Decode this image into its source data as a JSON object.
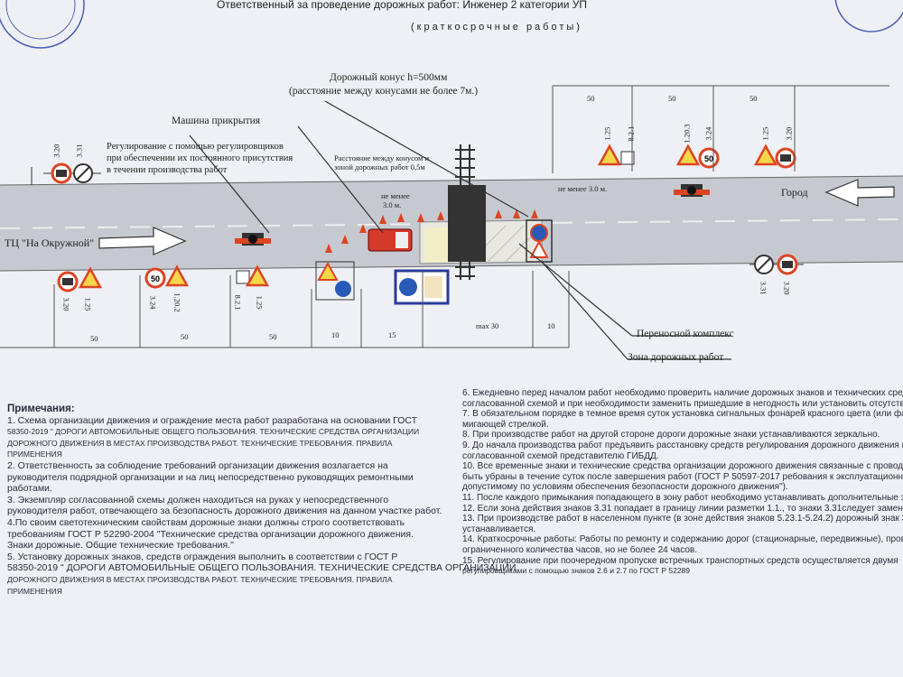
{
  "header": {
    "responsible": "Ответственный за проведение дорожных работ:   Инженер 2 категории УП",
    "subtitle": "(краткосрочные работы)"
  },
  "labels": {
    "cone": "Дорожный конус h=500мм",
    "cone_spacing": "(расстояние между конусами не более 7м.)",
    "cover_vehicle": "Машина прикрытия",
    "regulation_1": "Регулирование с помощью регулировщиков",
    "regulation_2": "при обеспечении их постоянного присутствия",
    "regulation_3": "в течении производства работ",
    "cone_distance_1": "Расстояние между конусом и",
    "cone_distance_2": "зоной дорожных работ 0,5м",
    "min_distance_1": "не менее",
    "min_distance_2": "3.0 м.",
    "min_distance_right": "не менее 3.0 м.",
    "origin": "ТЦ \"На Окружной\"",
    "destination": "Город",
    "portable_complex": "Переносной комплекс",
    "work_zone": "Зона дорожных работ"
  },
  "codes": {
    "c320": "3.20",
    "c331": "3.31",
    "c125": "1.25",
    "c324": "3.24",
    "c1202": "1.20.2",
    "c1203": "1.20.3",
    "c821": "8.2.1"
  },
  "dims": {
    "d50": "50",
    "d10": "10",
    "d15": "15",
    "dmax": "max 30"
  },
  "notes": {
    "title": "Примечания:",
    "left": [
      "1. Схема организации движения и ограждение места работ разработана на основании ГОСТ",
      "58350-2019 \" ДОРОГИ АВТОМОБИЛЬНЫЕ ОБЩЕГО ПОЛЬЗОВАНИЯ. ТЕХНИЧЕСКИЕ СРЕДСТВА ОРГАНИЗАЦИИ",
      "ДОРОЖНОГО ДВИЖЕНИЯ В МЕСТАХ ПРОИЗВОДСТВА РАБОТ. ТЕХНИЧЕСКИЕ ТРЕБОВАНИЯ. ПРАВИЛА",
      "ПРИМЕНЕНИЯ",
      "2. Ответственность за соблюдение требований организации движения возлагается на",
      "руководителя подрядной организации и на лиц непосредственно руководящих ремонтными",
      "работами.",
      "3. Экземпляр согласованной схемы должен находиться на руках у непосредственного",
      "руководителя работ, отвечающего за безопасность дорожного движения на данном участке работ.",
      "4.По своим светотехническим свойствам дорожные знаки должны строго соответствовать",
      "требованиям ГОСТ Р 52290-2004 \"Технические средства организации дорожного движения.",
      "Знаки дорожные. Общие технические требования.\"",
      "5. Установку дорожных знаков, средств ограждения выполнить в соответствии с ГОСТ Р",
      "58350-2019 \" ДОРОГИ АВТОМОБИЛЬНЫЕ ОБЩЕГО ПОЛЬЗОВАНИЯ. ТЕХНИЧЕСКИЕ СРЕДСТВА ОРГАНИЗАЦИИ",
      "ДОРОЖНОГО ДВИЖЕНИЯ В МЕСТАХ ПРОИЗВОДСТВА РАБОТ. ТЕХНИЧЕСКИЕ ТРЕБОВАНИЯ. ПРАВИЛА",
      "ПРИМЕНЕНИЯ",
      ""
    ],
    "right": [
      "",
      "6. Ежедневно перед началом работ необходимо проверить наличие дорожных знаков и технических средств,",
      "согласованной схемой и при необходимости заменить пришедшие в негодность или установить отсутствующ",
      "7. В обязательном порядке в темное время суток установка сигнальных фонарей красного цвета (или факелов",
      "мигающей стрелкой.",
      "8. При производстве работ на другой стороне дороги дорожные знаки устанавливаются зеркально.",
      "9. До начала производства работ предъявить расстановку средств регулирования дорожного движения в соот",
      "согласованной схемой представителю ГИБДД.",
      "10. Все временные знаки и технические средства организации дорожного движения связанные с проводимы",
      "быть убраны в течение суток после завершения работ (ГОСТ Р 50597-2017  ребования к эксплуатационному с",
      "допустимому по условиям обеспечения безопасности дорожного движения\").",
      "11. После каждого примыкания попадающего в зону работ необходимо устанавливать дополнительные знаки:",
      "12. Если зона действия знаков 3.31 попадает в границу линии разметки 1.1., то знаки 3.31следует заменить на",
      "13. При производстве работ в населенном пункте (в зоне действия знаков 5.23.1-5.24.2) дорожный знак 3.24(70",
      "устанавливается.",
      "14. Краткосрочные работы:  Работы по ремонту и содержанию дорог (стационарные, передвижные), проводим",
      "ограниченного количества часов, но не более 24 часов.",
      "15. Регулирование  при поочередном пропуске встречных транспортных средств осуществляется двумя",
      "регулировщиками с помощью знаков 2.6 и 2.7 по ГОСТ Р 52289",
      ""
    ]
  }
}
